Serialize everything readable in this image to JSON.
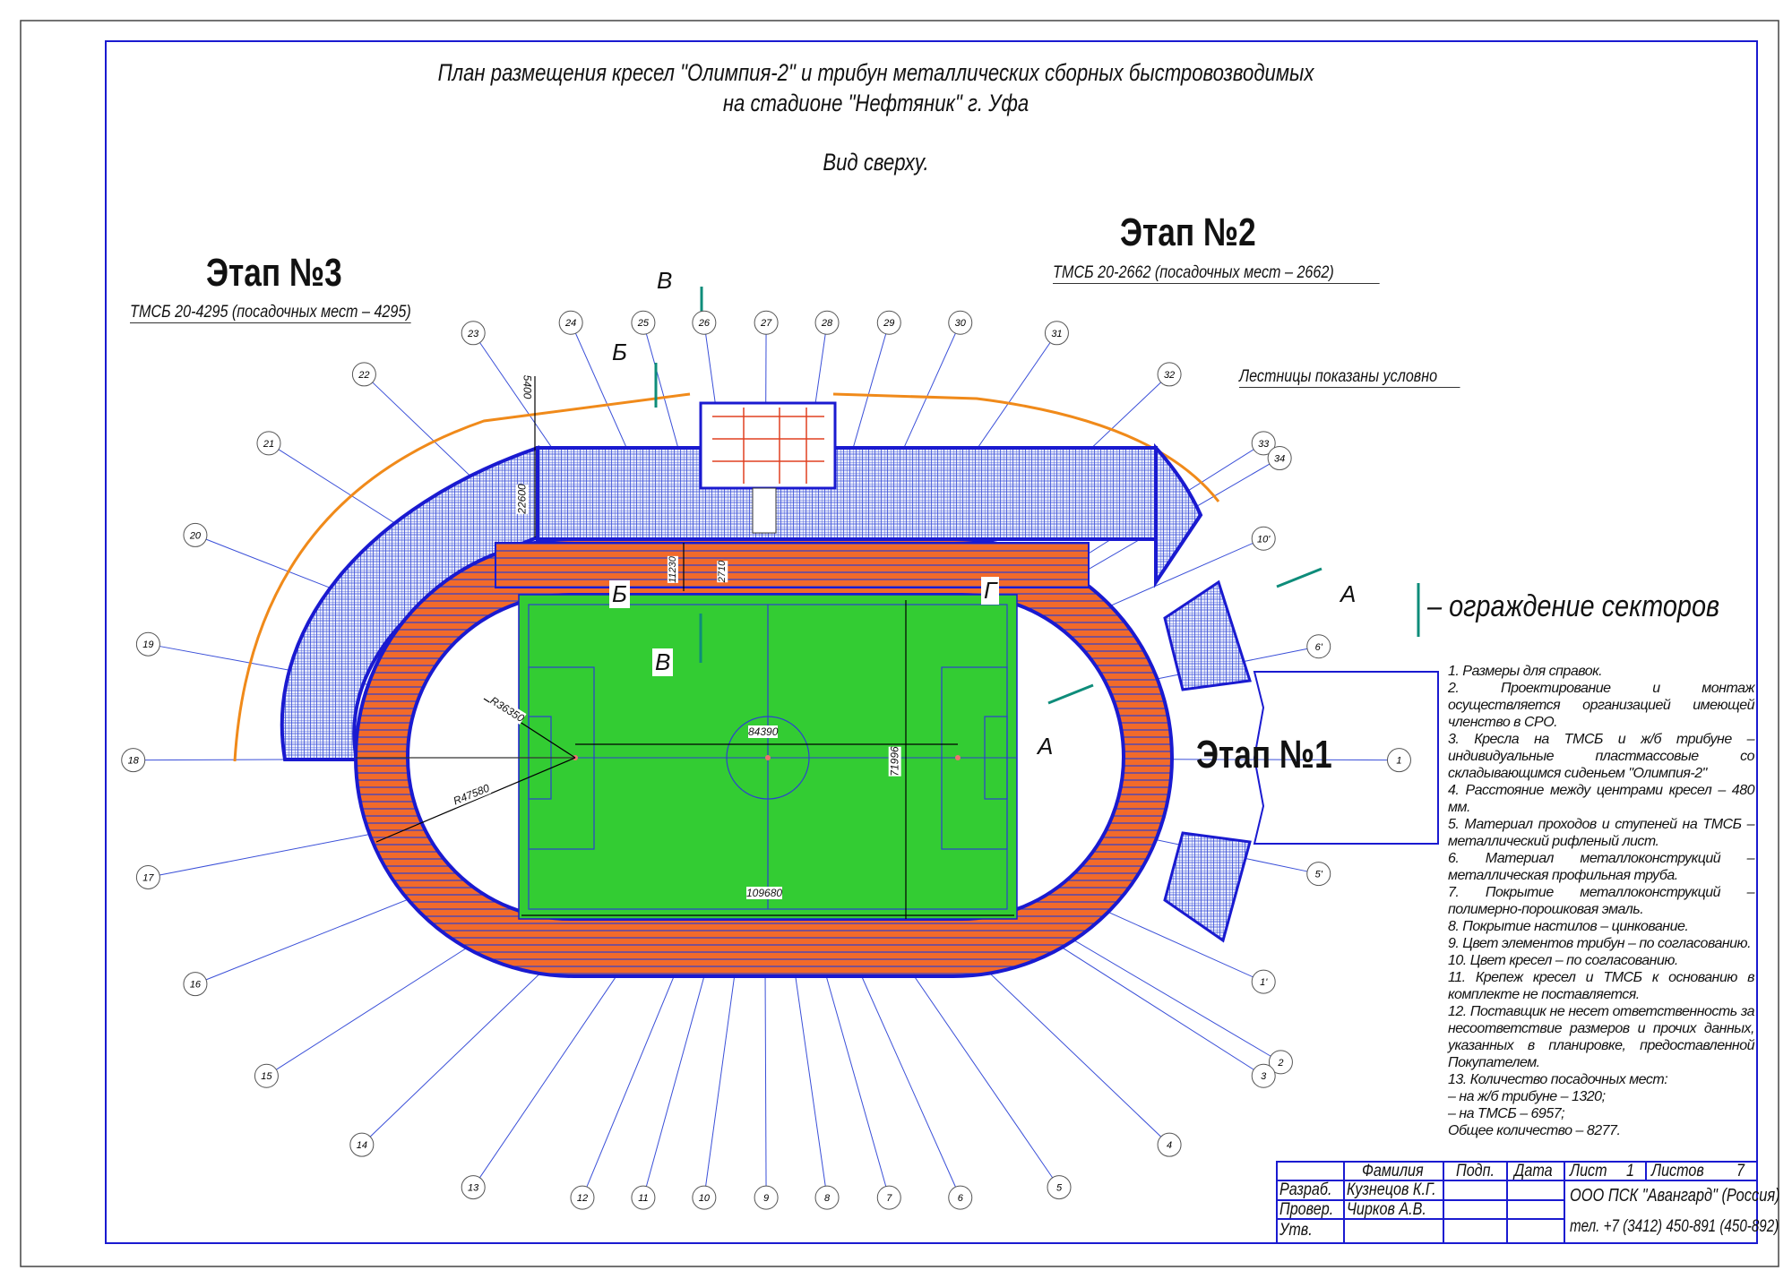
{
  "title": {
    "line1": "План размещения кресел \"Олимпия-2\" и трибун металлических сборных быстровозводимых",
    "line2": "на стадионе \"Нефтяник\" г. Уфа",
    "view": "Вид сверху."
  },
  "stages": {
    "stage1": "Этап №1",
    "stage2": "Этап №2",
    "stage2_sub": "ТМСБ 20-2662 (посадочных мест – 2662)",
    "stage3": "Этап №3",
    "stage3_sub": "ТМСБ 20-4295 (посадочных мест – 4295)"
  },
  "annotations": {
    "stairs": "Лестницы показаны условно",
    "legend_fence": "– ограждение секторов"
  },
  "section_letters": {
    "A": "А",
    "B": "Б",
    "V": "В",
    "G": "Г"
  },
  "dimensions": {
    "d5400": "5400",
    "d22600": "22600",
    "d11230": "11230",
    "d2710": "2710",
    "d84390": "84390",
    "d71996": "71996",
    "d109680": "109680",
    "r36350": "R36350",
    "r47580": "R47580"
  },
  "axes": [
    "1",
    "2",
    "3",
    "4",
    "5",
    "6",
    "7",
    "8",
    "9",
    "10",
    "11",
    "12",
    "13",
    "14",
    "15",
    "16",
    "17",
    "18",
    "19",
    "20",
    "21",
    "22",
    "23",
    "24",
    "25",
    "26",
    "27",
    "28",
    "29",
    "30",
    "31",
    "32",
    "33",
    "34",
    "10'",
    "6'",
    "5'",
    "1'"
  ],
  "notes": [
    "1.  Размеры для справок.",
    "2.  Проектирование и монтаж осуществляется организацией имеющей членство в СРО.",
    "3.  Кресла на ТМСБ и ж/б трибуне – индивидуальные пластмассовые со складывающимся сиденьем \"Олимпия-2\"",
    "4.  Расстояние между центрами кресел – 480 мм.",
    "5.  Материал проходов и ступеней на ТМСБ – металлический рифленый лист.",
    "6.  Материал металлоконструкций – металлическая профильная труба.",
    "7.  Покрытие металлоконструкций – полимерно-порошковая эмаль.",
    "8.  Покрытие настилов – цинкование.",
    "9.  Цвет элементов трибун – по согласованию.",
    "10.  Цвет кресел – по согласованию.",
    "11.  Крепеж кресел и ТМСБ к основанию в комплекте не поставляется.",
    "12.  Поставщик не несет ответственность за несоответствие размеров и прочих данных, указанных в планировке, предоставленной Покупателем.",
    "13.  Количество посадочных мест:",
    "– на ж/б трибуне – 1320;",
    "– на ТМСБ – 6957;",
    "Общее количество – 8277."
  ],
  "title_block": {
    "h_surname": "Фамилия",
    "h_sign": "Подп.",
    "h_date": "Дата",
    "sheet_label": "Лист",
    "sheet": "1",
    "sheets_label": "Листов",
    "sheets": "7",
    "r1_role": "Разраб.",
    "r1_name": "Кузнецов К.Г.",
    "r2_role": "Провер.",
    "r2_name": "Чирков А.В.",
    "r3_role": "Утв.",
    "company": "ООО ПСК \"Авангард\" (Россия)",
    "phone": "тел. +7 (3412) 450-891 (450-892)"
  },
  "colors": {
    "frame": "#1a1ad0",
    "track": "#f26a2a",
    "field": "#33cc33",
    "fence": "#0e8c7a",
    "outline": "#f08a1a",
    "seats": "#3a4fd8"
  }
}
